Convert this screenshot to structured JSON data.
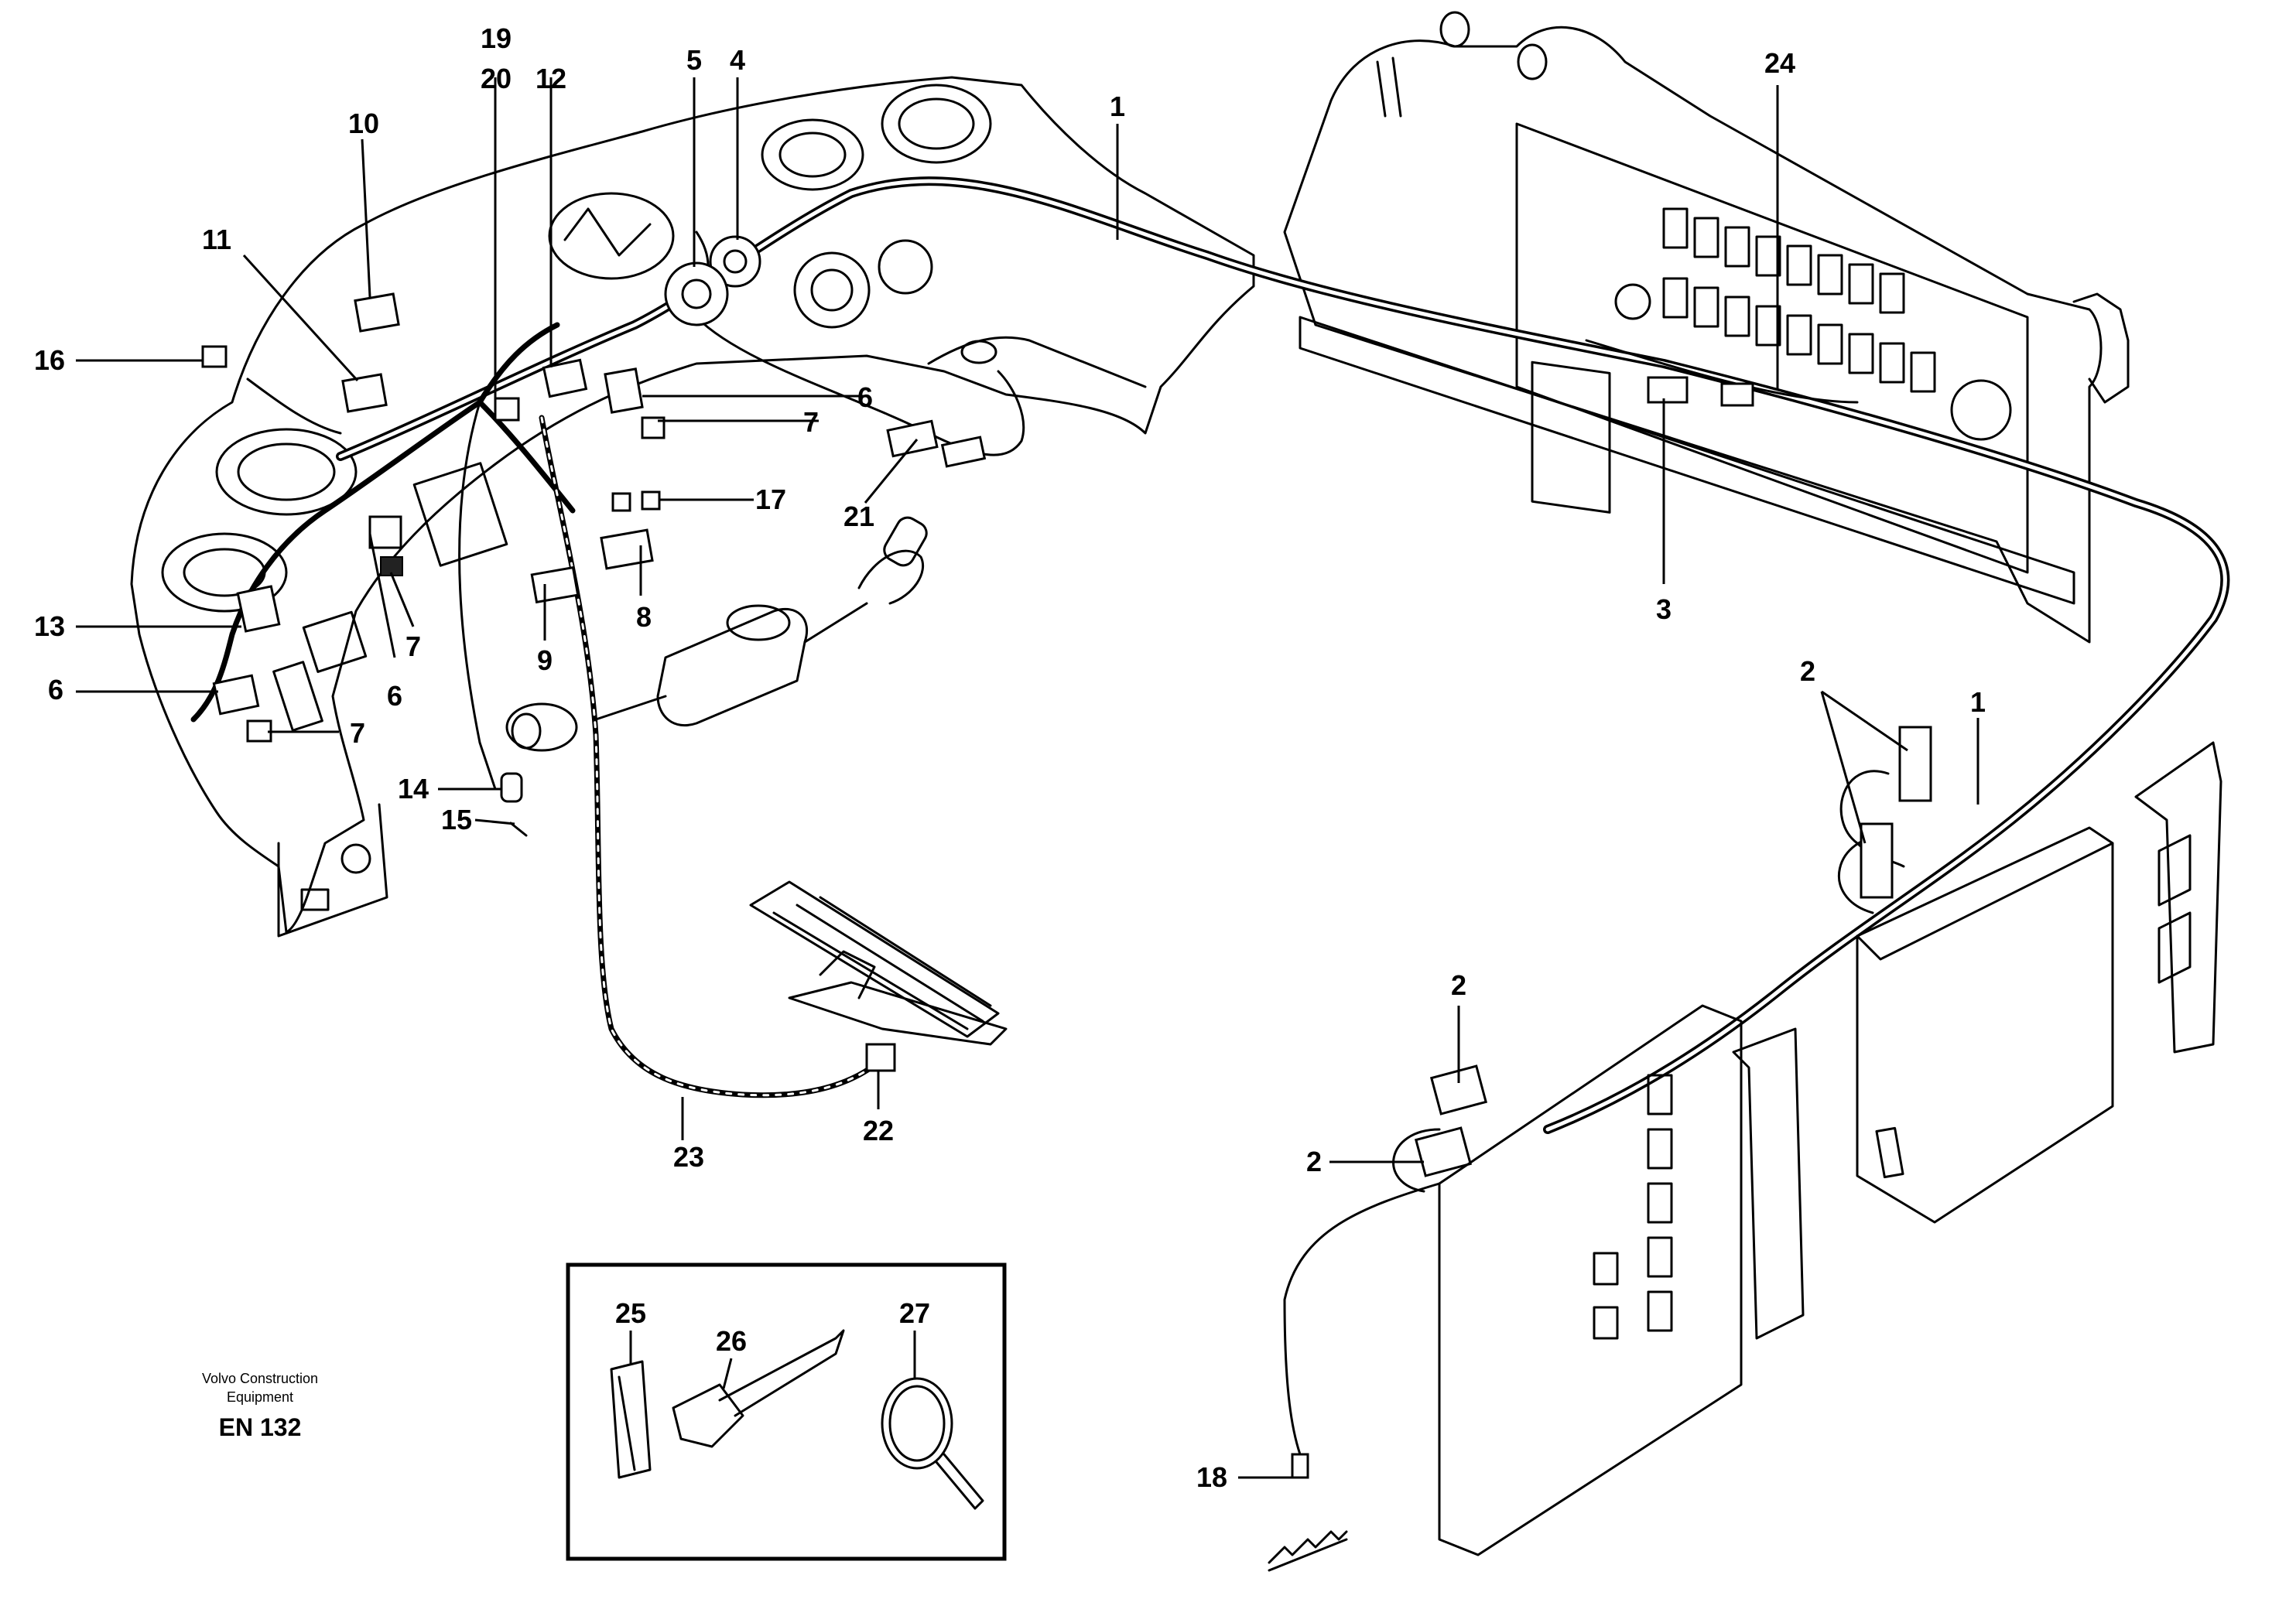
{
  "callouts": {
    "c1a": "1",
    "c1b": "1",
    "c2a": "2",
    "c2b": "2",
    "c2c": "2",
    "c3": "3",
    "c4": "4",
    "c5": "5",
    "c6a": "6",
    "c6b": "6",
    "c6c": "6",
    "c7a": "7",
    "c7b": "7",
    "c7c": "7",
    "c8": "8",
    "c9": "9",
    "c10": "10",
    "c11": "11",
    "c12": "12",
    "c13": "13",
    "c14": "14",
    "c15": "15",
    "c16": "16",
    "c17": "17",
    "c18": "18",
    "c19": "19",
    "c20": "20",
    "c21": "21",
    "c22": "22",
    "c23": "23",
    "c24": "24",
    "c25": "25",
    "c26": "26",
    "c27": "27"
  },
  "footer": {
    "brand_line1": "Volvo Construction",
    "brand_line2": "Equipment",
    "code": "EN 132"
  }
}
